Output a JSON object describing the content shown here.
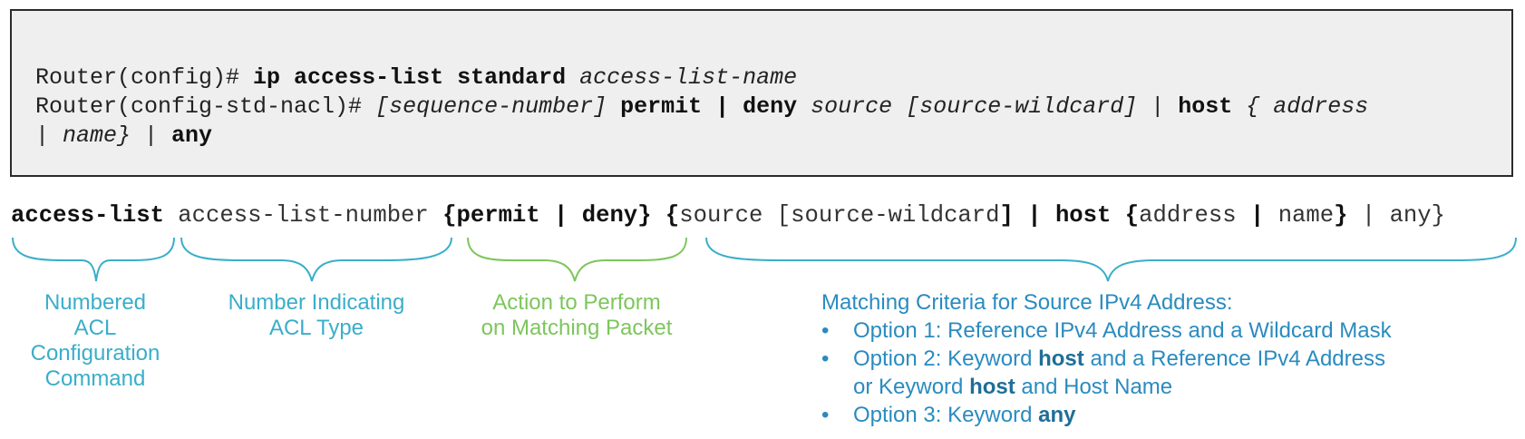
{
  "cli": {
    "line1": {
      "prompt": "Router(config)# ",
      "command": "ip access-list standard",
      "arg": " access-list-name"
    },
    "line2": {
      "prompt": "Router(config-std-nacl)# ",
      "seq": "[sequence-number]",
      "action": "permit | deny",
      "source": " source [source-wildcard]",
      "pipe1": " | ",
      "host": "host",
      "addr": " { address"
    },
    "line3": {
      "pipe": "| ",
      "name": "name}",
      "pipe2": " | ",
      "any": "any"
    }
  },
  "syntax": {
    "cmd": "access-list",
    "number": " access-list-number ",
    "action": "{permit | deny}",
    "brace_open": " {",
    "source": "source [source-wildcard",
    "bracket_pipe": "] | ",
    "host": "host",
    "host_brace": " {",
    "address": "address",
    "pipe_bold": " | ",
    "name": "name",
    "close": "}",
    "any_part": " | any}"
  },
  "labels": {
    "numbered": [
      "Numbered",
      "ACL",
      "Configuration",
      "Command"
    ],
    "number_type": [
      "Number Indicating",
      "ACL Type"
    ],
    "action": [
      "Action to Perform",
      "on Matching Packet"
    ]
  },
  "criteria": {
    "title": "Matching Criteria for Source IPv4 Address:",
    "bullet": "•",
    "opt1": "Option 1: Reference IPv4 Address and a Wildcard Mask",
    "opt2_a": "Option 2: Keyword ",
    "opt2_kw": "host",
    "opt2_b": " and a Reference IPv4 Address",
    "opt2_c": "or Keyword ",
    "opt2_kw2": "host",
    "opt2_d": " and Host Name",
    "opt3_a": "Option 3: Keyword ",
    "opt3_kw": "any"
  },
  "colors": {
    "teal": "#3aaec9",
    "green": "#7cc65c",
    "blue": "#2a8bbf"
  }
}
